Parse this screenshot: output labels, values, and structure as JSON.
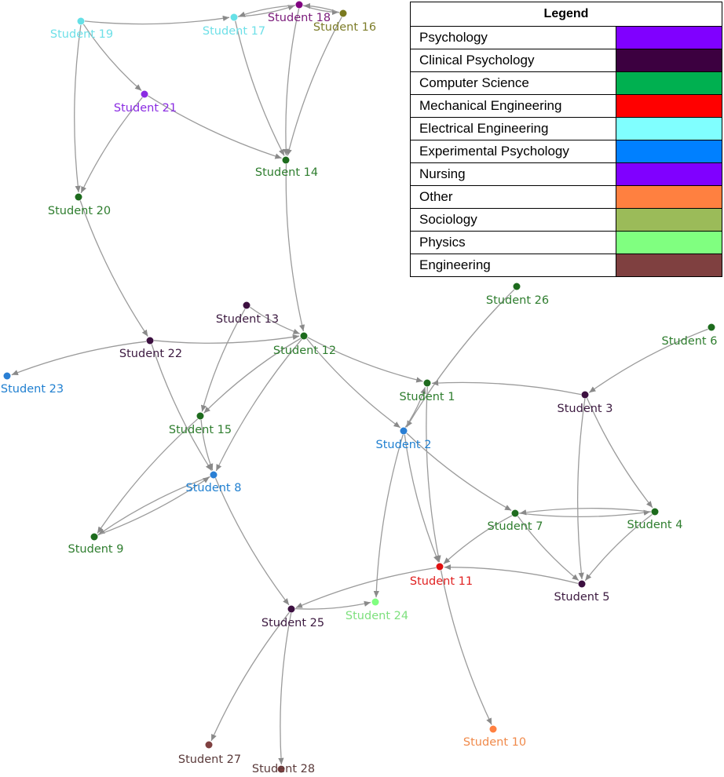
{
  "legend": {
    "title": "Legend",
    "items": [
      {
        "label": "Psychology",
        "color": "#8000ff"
      },
      {
        "label": "Clinical Psychology",
        "color": "#3c0040"
      },
      {
        "label": "Computer Science",
        "color": "#00b050"
      },
      {
        "label": "Mechanical Engineering",
        "color": "#ff0000"
      },
      {
        "label": "Electrical Engineering",
        "color": "#80ffff"
      },
      {
        "label": "Experimental Psychology",
        "color": "#0080ff"
      },
      {
        "label": "Nursing",
        "color": "#8000ff"
      },
      {
        "label": "Other",
        "color": "#ff8040"
      },
      {
        "label": "Sociology",
        "color": "#9bbb59"
      },
      {
        "label": "Physics",
        "color": "#80ff80"
      },
      {
        "label": "Engineering",
        "color": "#7f4040"
      }
    ]
  },
  "nodes": [
    {
      "id": "s1",
      "label": "Student 1",
      "color": "#1d6b1d",
      "labelColor": "#2e7d2e"
    },
    {
      "id": "s2",
      "label": "Student 2",
      "color": "#2a7fd4",
      "labelColor": "#1f7fd0"
    },
    {
      "id": "s3",
      "label": "Student 3",
      "color": "#3c1040",
      "labelColor": "#3c1a40"
    },
    {
      "id": "s4",
      "label": "Student 4",
      "color": "#1d6b1d",
      "labelColor": "#2e7d2e"
    },
    {
      "id": "s5",
      "label": "Student 5",
      "color": "#3c1040",
      "labelColor": "#3c1a40"
    },
    {
      "id": "s6",
      "label": "Student 6",
      "color": "#1d6b1d",
      "labelColor": "#2e7d2e"
    },
    {
      "id": "s7",
      "label": "Student 7",
      "color": "#1d6b1d",
      "labelColor": "#2e7d2e"
    },
    {
      "id": "s8",
      "label": "Student 8",
      "color": "#2a7fd4",
      "labelColor": "#1f7fd0"
    },
    {
      "id": "s9",
      "label": "Student 9",
      "color": "#1d6b1d",
      "labelColor": "#2e7d2e"
    },
    {
      "id": "s10",
      "label": "Student 10",
      "color": "#ff8040",
      "labelColor": "#f08a4b"
    },
    {
      "id": "s11",
      "label": "Student 11",
      "color": "#e01010",
      "labelColor": "#e02020"
    },
    {
      "id": "s12",
      "label": "Student 12",
      "color": "#1d6b1d",
      "labelColor": "#2e7d2e"
    },
    {
      "id": "s13",
      "label": "Student 13",
      "color": "#3c1040",
      "labelColor": "#3c1a40"
    },
    {
      "id": "s14",
      "label": "Student 14",
      "color": "#1d6b1d",
      "labelColor": "#2e7d2e"
    },
    {
      "id": "s15",
      "label": "Student 15",
      "color": "#1d6b1d",
      "labelColor": "#2e7d2e"
    },
    {
      "id": "s16",
      "label": "Student 16",
      "color": "#7a7a20",
      "labelColor": "#7d7d2a"
    },
    {
      "id": "s17",
      "label": "Student 17",
      "color": "#66e0e6",
      "labelColor": "#6fe0e8"
    },
    {
      "id": "s18",
      "label": "Student 18",
      "color": "#800080",
      "labelColor": "#7a1a7a"
    },
    {
      "id": "s19",
      "label": "Student 19",
      "color": "#66e0e6",
      "labelColor": "#6fe0e8"
    },
    {
      "id": "s20",
      "label": "Student 20",
      "color": "#1d6b1d",
      "labelColor": "#2e7d2e"
    },
    {
      "id": "s21",
      "label": "Student 21",
      "color": "#8a2be2",
      "labelColor": "#8a2be2"
    },
    {
      "id": "s22",
      "label": "Student 22",
      "color": "#3c1040",
      "labelColor": "#3c1a40"
    },
    {
      "id": "s23",
      "label": "Student 23",
      "color": "#2a7fd4",
      "labelColor": "#1f7fd0"
    },
    {
      "id": "s24",
      "label": "Student 24",
      "color": "#80ff80",
      "labelColor": "#7ee07e"
    },
    {
      "id": "s25",
      "label": "Student 25",
      "color": "#3c1040",
      "labelColor": "#3c1a40"
    },
    {
      "id": "s26",
      "label": "Student 26",
      "color": "#1d6b1d",
      "labelColor": "#2e7d2e"
    },
    {
      "id": "s27",
      "label": "Student 27",
      "color": "#7f4040",
      "labelColor": "#5a3a3a"
    },
    {
      "id": "s28",
      "label": "Student 28",
      "color": "#7f4040",
      "labelColor": "#5a3a3a"
    }
  ],
  "edges": [
    [
      "s19",
      "s17"
    ],
    [
      "s19",
      "s21"
    ],
    [
      "s19",
      "s20"
    ],
    [
      "s21",
      "s20"
    ],
    [
      "s21",
      "s14"
    ],
    [
      "s17",
      "s18"
    ],
    [
      "s18",
      "s17"
    ],
    [
      "s18",
      "s16"
    ],
    [
      "s16",
      "s18"
    ],
    [
      "s17",
      "s14"
    ],
    [
      "s18",
      "s14"
    ],
    [
      "s16",
      "s14"
    ],
    [
      "s14",
      "s12"
    ],
    [
      "s20",
      "s22"
    ],
    [
      "s22",
      "s12"
    ],
    [
      "s22",
      "s23"
    ],
    [
      "s22",
      "s8"
    ],
    [
      "s13",
      "s12"
    ],
    [
      "s13",
      "s15"
    ],
    [
      "s12",
      "s15"
    ],
    [
      "s12",
      "s8"
    ],
    [
      "s12",
      "s1"
    ],
    [
      "s12",
      "s2"
    ],
    [
      "s15",
      "s8"
    ],
    [
      "s15",
      "s9"
    ],
    [
      "s8",
      "s9"
    ],
    [
      "s9",
      "s8"
    ],
    [
      "s8",
      "s25"
    ],
    [
      "s26",
      "s2"
    ],
    [
      "s6",
      "s3"
    ],
    [
      "s3",
      "s1"
    ],
    [
      "s3",
      "s4"
    ],
    [
      "s3",
      "s5"
    ],
    [
      "s2",
      "s1"
    ],
    [
      "s1",
      "s11"
    ],
    [
      "s2",
      "s11"
    ],
    [
      "s2",
      "s7"
    ],
    [
      "s2",
      "s24"
    ],
    [
      "s7",
      "s4"
    ],
    [
      "s4",
      "s7"
    ],
    [
      "s7",
      "s5"
    ],
    [
      "s4",
      "s5"
    ],
    [
      "s7",
      "s11"
    ],
    [
      "s5",
      "s11"
    ],
    [
      "s11",
      "s25"
    ],
    [
      "s25",
      "s24"
    ],
    [
      "s11",
      "s10"
    ],
    [
      "s25",
      "s27"
    ],
    [
      "s25",
      "s28"
    ]
  ]
}
